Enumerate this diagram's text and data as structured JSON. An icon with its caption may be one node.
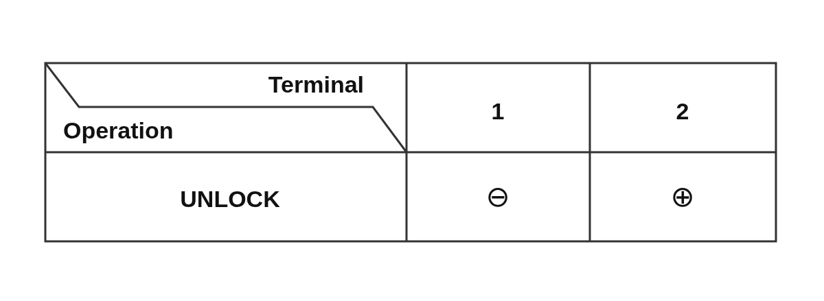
{
  "diagram": {
    "labels": [
      "Terminal",
      "Operation",
      "1",
      "2",
      "UNLOCK",
      "⊖",
      "⊕"
    ]
  }
}
